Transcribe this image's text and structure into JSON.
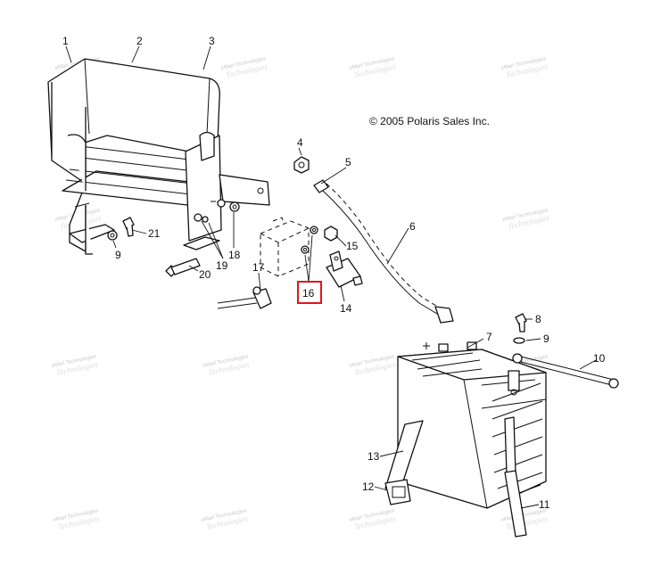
{
  "copyright": "© 2005 Polaris Sales Inc.",
  "highlight": {
    "callout": "16",
    "color": "#e0161c"
  },
  "callouts": {
    "c1": "1",
    "c2": "2",
    "c3": "3",
    "c4": "4",
    "c5": "5",
    "c6": "6",
    "c7": "7",
    "c8a": "8",
    "c9a": "9",
    "c9b": "9",
    "c10": "10",
    "c11": "11",
    "c12": "12",
    "c13": "13",
    "c14": "14",
    "c15": "15",
    "c16": "16",
    "c17": "17",
    "c18": "18",
    "c19": "19",
    "c20": "20",
    "c21": "21"
  },
  "watermark": {
    "line1": "eMarl Technologies",
    "line2": "Technologies"
  }
}
